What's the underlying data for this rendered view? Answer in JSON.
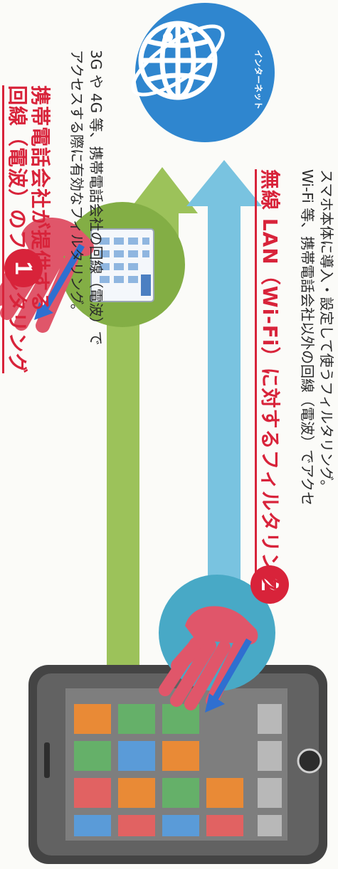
{
  "section1": {
    "number": "1",
    "heading_line1": "携帯電話会社が提供する",
    "heading_line2": "回線（電波）のフィルタリング",
    "desc_line1": "3G や 4G 等、携帯電話会社の回線（電波）で",
    "desc_line2": "アクセスする際に有効なフィルタリング。"
  },
  "section2": {
    "number": "2",
    "heading": "無線 LAN（Wi-Fi）に対するフィルタリング",
    "desc_line1": "スマホ本体に導入・設定して使うフィルタリング。",
    "desc_line2": "Wi-Fi 等、携帯電話会社以外の回線（電波）でアクセ"
  },
  "globe": {
    "label": "インターネット"
  },
  "colors": {
    "green_arrow": "#9cc25a",
    "blue_arrow": "#79c3e0",
    "globe": "#2f86cf",
    "accent_red": "#d8233a",
    "hand": "#e0566a",
    "hand_arrow": "#2f6fd0"
  }
}
